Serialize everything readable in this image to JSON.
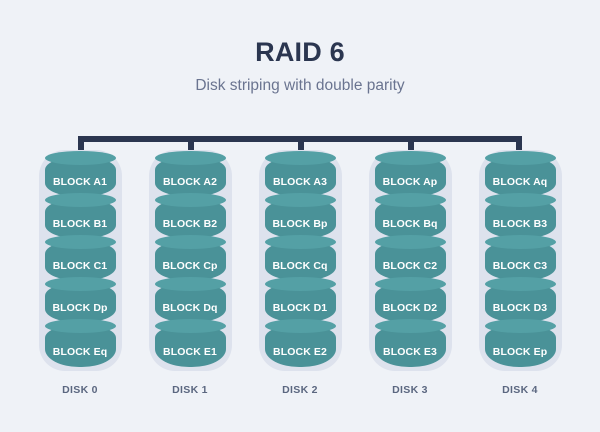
{
  "header": {
    "title": "RAID 6",
    "subtitle": "Disk striping with double parity"
  },
  "colors": {
    "background": "#eff2f7",
    "title_text": "#2b3650",
    "subtitle_text": "#6a7490",
    "bus": "#2b3650",
    "casing": "#dde2ed",
    "block_body": "#4a9298",
    "block_cap": "#54a0a5",
    "block_text": "#ffffff",
    "disk_label_text": "#5b6780"
  },
  "diagram": {
    "bus_name": "raid-controller-bus",
    "disk_count": 5,
    "blocks_per_disk": 5,
    "disks": [
      {
        "label": "DISK 0",
        "blocks": [
          "BLOCK A1",
          "BLOCK B1",
          "BLOCK C1",
          "BLOCK Dp",
          "BLOCK Eq"
        ]
      },
      {
        "label": "DISK 1",
        "blocks": [
          "BLOCK A2",
          "BLOCK B2",
          "BLOCK Cp",
          "BLOCK Dq",
          "BLOCK E1"
        ]
      },
      {
        "label": "DISK 2",
        "blocks": [
          "BLOCK A3",
          "BLOCK Bp",
          "BLOCK Cq",
          "BLOCK D1",
          "BLOCK E2"
        ]
      },
      {
        "label": "DISK 3",
        "blocks": [
          "BLOCK Ap",
          "BLOCK Bq",
          "BLOCK C2",
          "BLOCK D2",
          "BLOCK E3"
        ]
      },
      {
        "label": "DISK 4",
        "blocks": [
          "BLOCK Aq",
          "BLOCK B3",
          "BLOCK C3",
          "BLOCK D3",
          "BLOCK Ep"
        ]
      }
    ]
  }
}
